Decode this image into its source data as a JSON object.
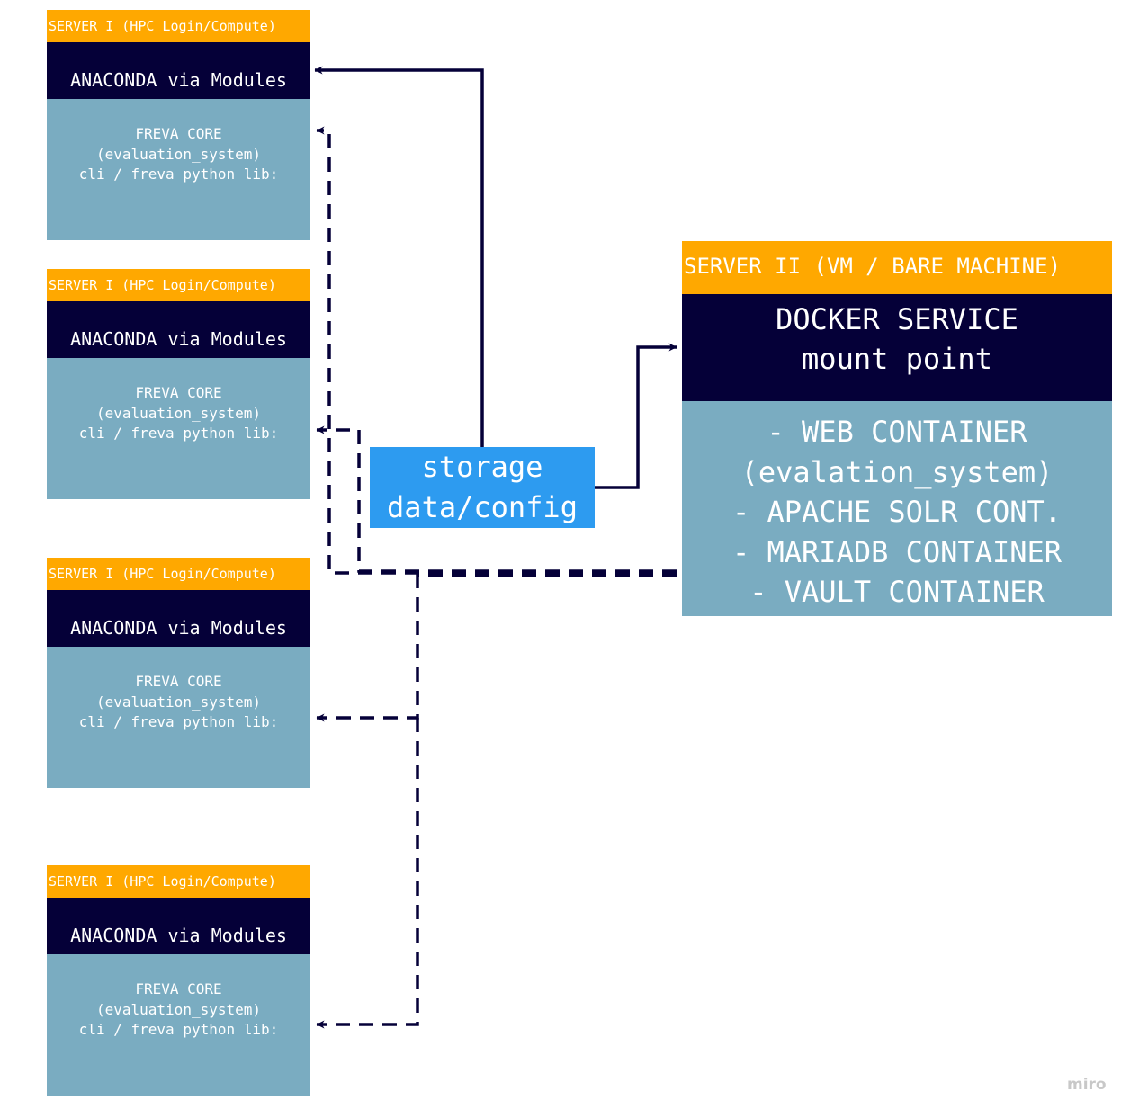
{
  "servers_i": [
    {
      "header": "SERVER I (HPC Login/Compute)",
      "env": "ANACONDA via Modules",
      "core": "FREVA CORE\n(evaluation_system)\ncli / freva python lib:"
    },
    {
      "header": "SERVER I (HPC Login/Compute)",
      "env": "ANACONDA via Modules",
      "core": "FREVA CORE\n(evaluation_system)\ncli / freva python lib:"
    },
    {
      "header": "SERVER I (HPC Login/Compute)",
      "env": "ANACONDA via Modules",
      "core": "FREVA CORE\n(evaluation_system)\ncli / freva python lib:"
    },
    {
      "header": "SERVER I (HPC Login/Compute)",
      "env": "ANACONDA via Modules",
      "core": "FREVA CORE\n(evaluation_system)\ncli / freva python lib:"
    }
  ],
  "server_ii": {
    "header": "SERVER II (VM / BARE MACHINE)",
    "docker": "DOCKER SERVICE\nmount point",
    "containers": "- WEB CONTAINER\n(evalation_system)\n- APACHE SOLR CONT.\n- MARIADB CONTAINER\n- VAULT CONTAINER"
  },
  "storage": {
    "label": "storage\ndata/config"
  },
  "watermark": "miro",
  "colors": {
    "orange": "#ffa800",
    "navy": "#050038",
    "steel": "#7aacc1",
    "blue": "#2d9bf0"
  }
}
